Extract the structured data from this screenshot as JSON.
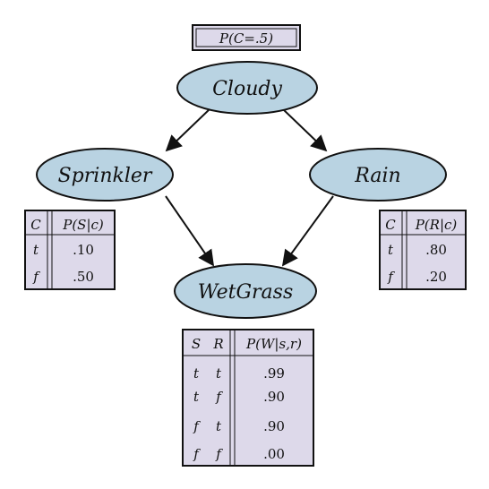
{
  "nodes": {
    "cloudy": {
      "label": "Cloudy"
    },
    "sprinkler": {
      "label": "Sprinkler"
    },
    "rain": {
      "label": "Rain"
    },
    "wetgrass": {
      "label": "WetGrass"
    }
  },
  "prior_box": {
    "text": "P(C=.5)"
  },
  "cpt_sprinkler": {
    "headers": [
      "C",
      "P(S|c)"
    ],
    "rows": [
      [
        "t",
        ".10"
      ],
      [
        "f",
        ".50"
      ]
    ]
  },
  "cpt_rain": {
    "headers": [
      "C",
      "P(R|c)"
    ],
    "rows": [
      [
        "t",
        ".80"
      ],
      [
        "f",
        ".20"
      ]
    ]
  },
  "cpt_wetgrass": {
    "headers": [
      "S",
      "R",
      "P(W|s,r)"
    ],
    "rows": [
      [
        "t",
        "t",
        ".99"
      ],
      [
        "t",
        "f",
        ".90"
      ],
      [
        "f",
        "t",
        ".90"
      ],
      [
        "f",
        "f",
        ".00"
      ]
    ]
  },
  "colors": {
    "node_fill": "#b9d3e2",
    "node_stroke": "#111111",
    "table_fill": "#ddd9ea",
    "edge": "#111111"
  }
}
